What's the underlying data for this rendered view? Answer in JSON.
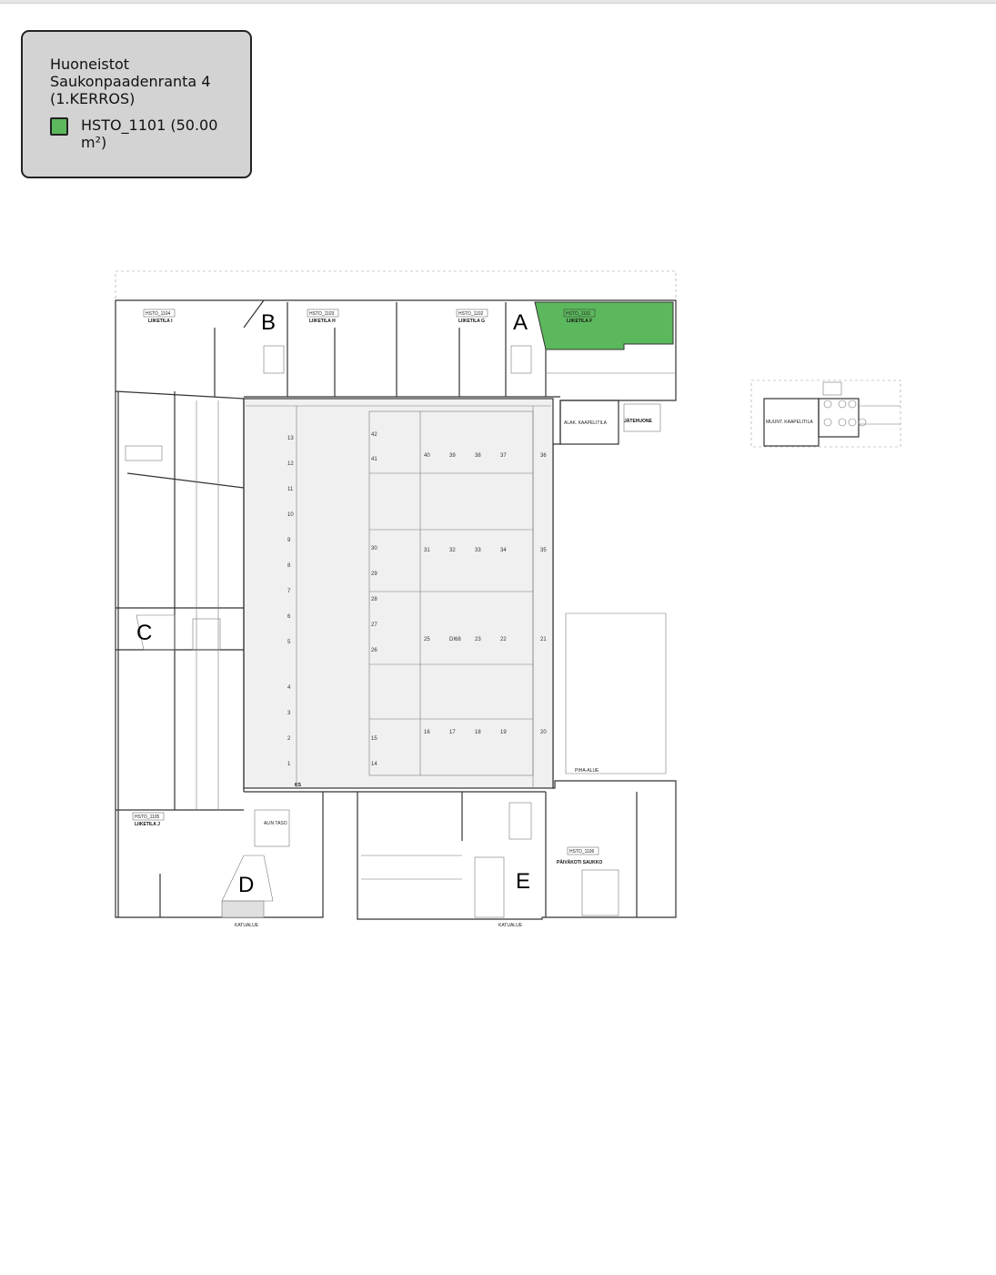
{
  "legend": {
    "title": "Huoneistot Saukonpaadenranta 4 (1.KERROS)",
    "item_label": "HSTO_1101 (50.00 m²)",
    "item_color": "#5cb85c"
  },
  "plan": {
    "highlight_color": "#5cb85c",
    "units": [
      {
        "id": "HSTO_1104",
        "name": "LIIKETILA I"
      },
      {
        "id": "HSTO_1103",
        "name": "LIIKETILA H"
      },
      {
        "id": "HSTO_1102",
        "name": "LIIKETILA G"
      },
      {
        "id": "HSTO_1101",
        "name": "LIIKETILA F"
      },
      {
        "id": "HSTO_1105",
        "name": "LIIKETILA J"
      },
      {
        "id": "HSTO_1106",
        "name": "PÄIVÄKOTI SAUKKO"
      }
    ],
    "stairwells": [
      "A",
      "B",
      "C",
      "D",
      "E"
    ],
    "labels": {
      "cable_room": "ALAK. KAAPELITILA",
      "waste_room": "JÄTEHUONE",
      "yard": "PIHA-ALUE",
      "street1": "KATUALUE",
      "street2": "KATUALUE",
      "lowest_level": "ALIN TASO",
      "ks": "KS",
      "transformer": "MUUNT. KAAPELITILA"
    },
    "parking_stalls": [
      "13",
      "12",
      "11",
      "10",
      "9",
      "8",
      "7",
      "6",
      "5",
      "4",
      "3",
      "2",
      "1",
      "42",
      "41",
      "30",
      "29",
      "28",
      "27",
      "26",
      "15",
      "14",
      "40",
      "39",
      "38",
      "37",
      "36",
      "31",
      "32",
      "33",
      "34",
      "35",
      "25",
      "DI68",
      "23",
      "22",
      "21",
      "16",
      "17",
      "18",
      "19",
      "20"
    ]
  }
}
